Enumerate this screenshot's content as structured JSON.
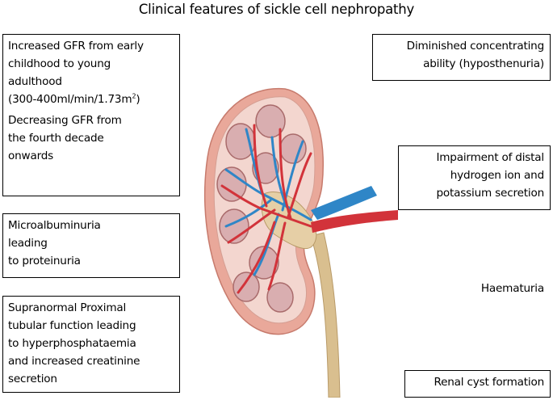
{
  "title": "Clinical features of sickle cell nephropathy",
  "boxes": {
    "gfr": {
      "lines_a": [
        "Increased GFR from early",
        "childhood to young",
        "adulthood"
      ],
      "range_prefix": "(300-400ml/min/1.73m",
      "range_sup": "2",
      "range_suffix": ")",
      "lines_b": [
        "Decreasing GFR from",
        "the fourth decade",
        "onwards"
      ]
    },
    "concentrating": {
      "lines": [
        "Diminished concentrating",
        "ability (hyposthenuria)"
      ]
    },
    "distal": {
      "lines": [
        "Impairment of distal",
        "hydrogen ion and",
        "potassium secretion"
      ]
    },
    "microalbuminuria": {
      "lines": [
        "Microalbuminuria",
        "leading",
        "to proteinuria"
      ]
    },
    "haematuria": {
      "lines": [
        "Haematuria"
      ]
    },
    "proximal": {
      "lines": [
        "Supranormal Proximal",
        "tubular function leading",
        "to hyperphosphataemia",
        "and increased creatinine",
        "secretion"
      ]
    },
    "cyst": {
      "lines": [
        "Renal cyst formation"
      ]
    }
  },
  "colors": {
    "capsule": "#e9a89a",
    "cortex": "#f3d6cf",
    "pyramid": "#d9aeb0",
    "pyramid_outline": "#a96b6b",
    "artery": "#d2333a",
    "vein": "#2f86c7",
    "pelvis": "#e6cfa6",
    "ureter": "#d9bf8f"
  }
}
